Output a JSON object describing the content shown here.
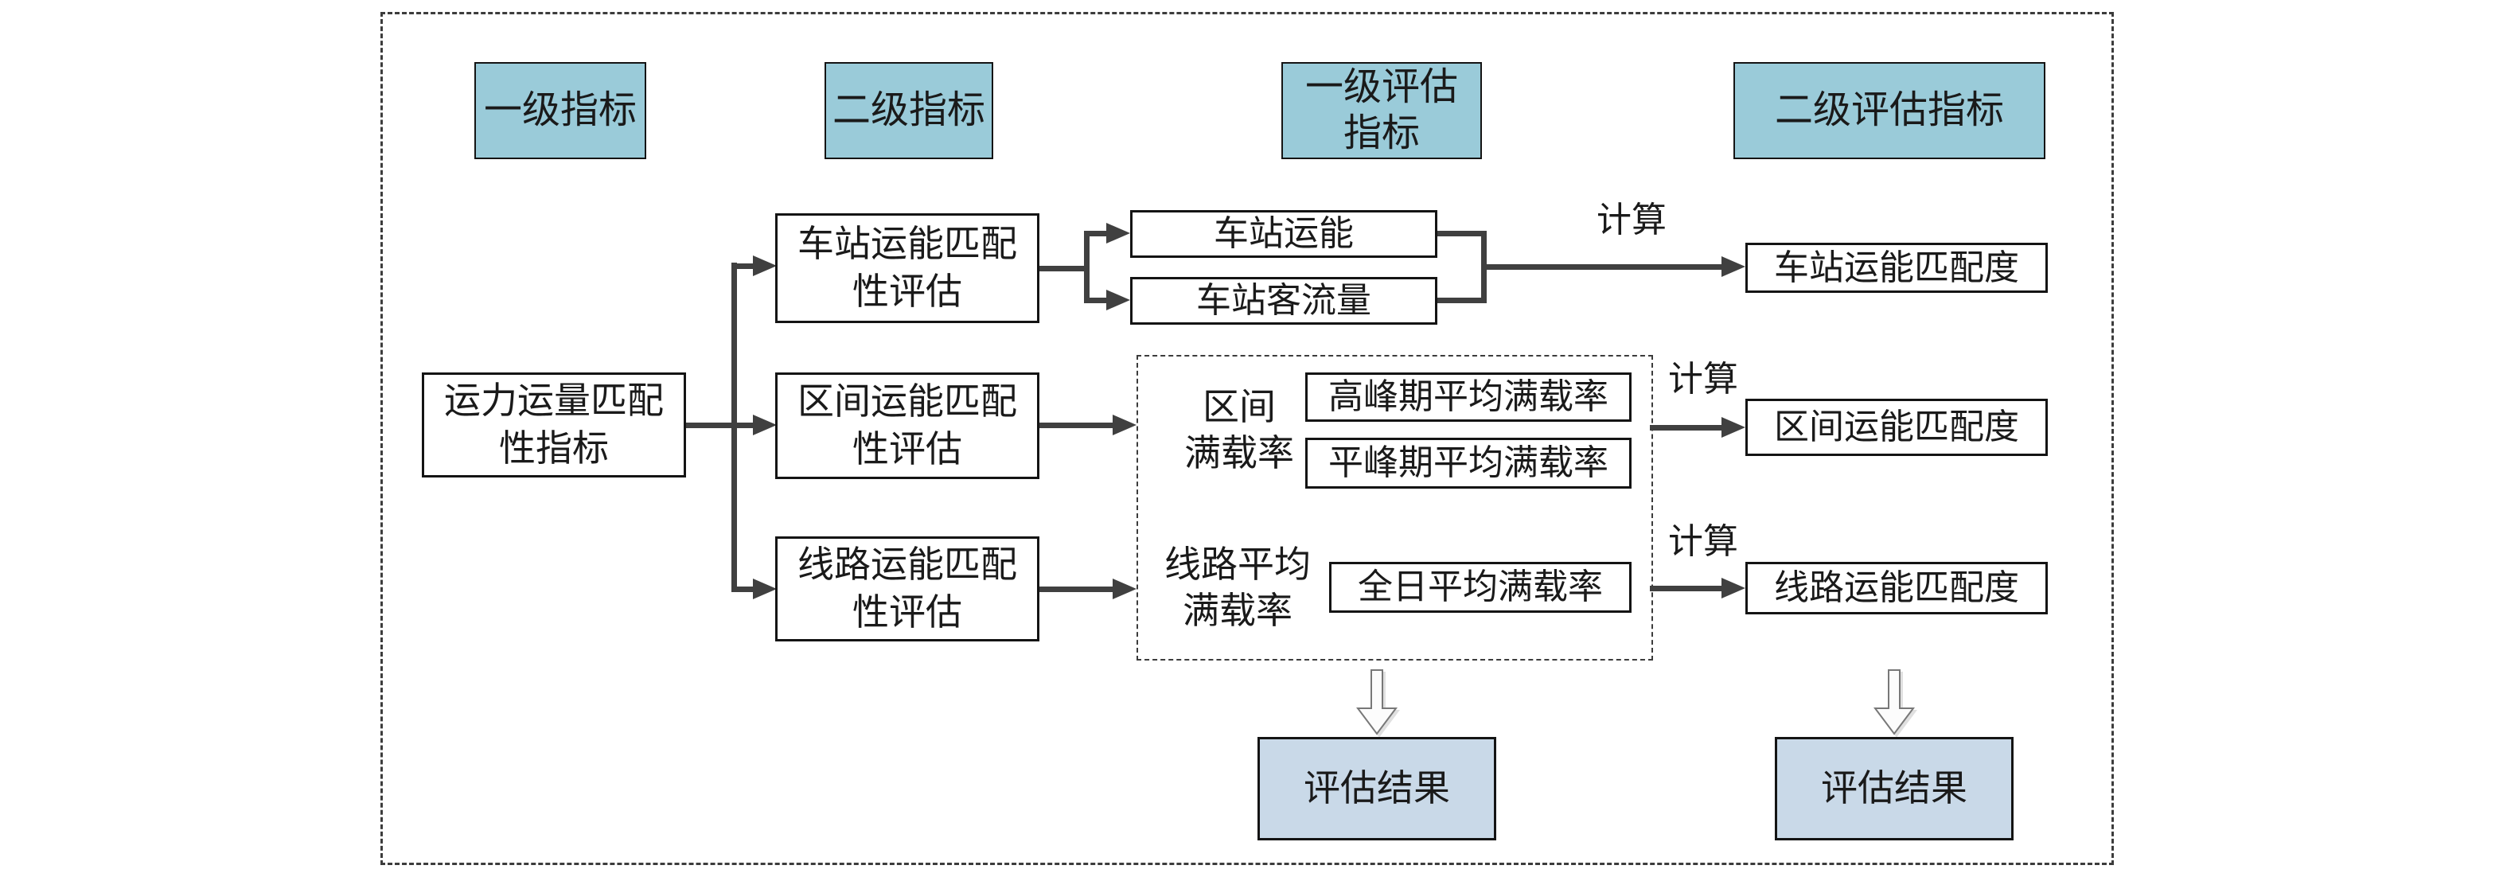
{
  "colors": {
    "header_fill": "#9acbd9",
    "result_fill": "#c9d9e8",
    "connector": "#404040",
    "box_border": "#141414",
    "dash_shadow": "#dcdcdc"
  },
  "headers": {
    "level1": "一级指标",
    "level2": "二级指标",
    "eval_level1": "一级评估\n指标",
    "eval_level2": "二级评估指标"
  },
  "flow": {
    "root": "运力运量匹配\n性指标",
    "secondary": {
      "station": "车站运能匹配\n性评估",
      "section": "区间运能匹配\n性评估",
      "line": "线路运能匹配\n性评估"
    },
    "primary_eval": {
      "station_capacity": "车站运能",
      "station_flow": "车站客流量",
      "section_load_group": "区间\n满载率",
      "peak_load": "高峰期平均满载率",
      "offpeak_load": "平峰期平均满载率",
      "line_load_group": "线路平均\n满载率",
      "daily_load": "全日平均满载率"
    },
    "secondary_eval": {
      "station": "车站运能匹配度",
      "section": "区间运能匹配度",
      "line": "线路运能匹配度"
    },
    "calc_labels": [
      "计算",
      "计算",
      "计算"
    ],
    "results": {
      "left": "评估结果",
      "right": "评估结果"
    }
  }
}
